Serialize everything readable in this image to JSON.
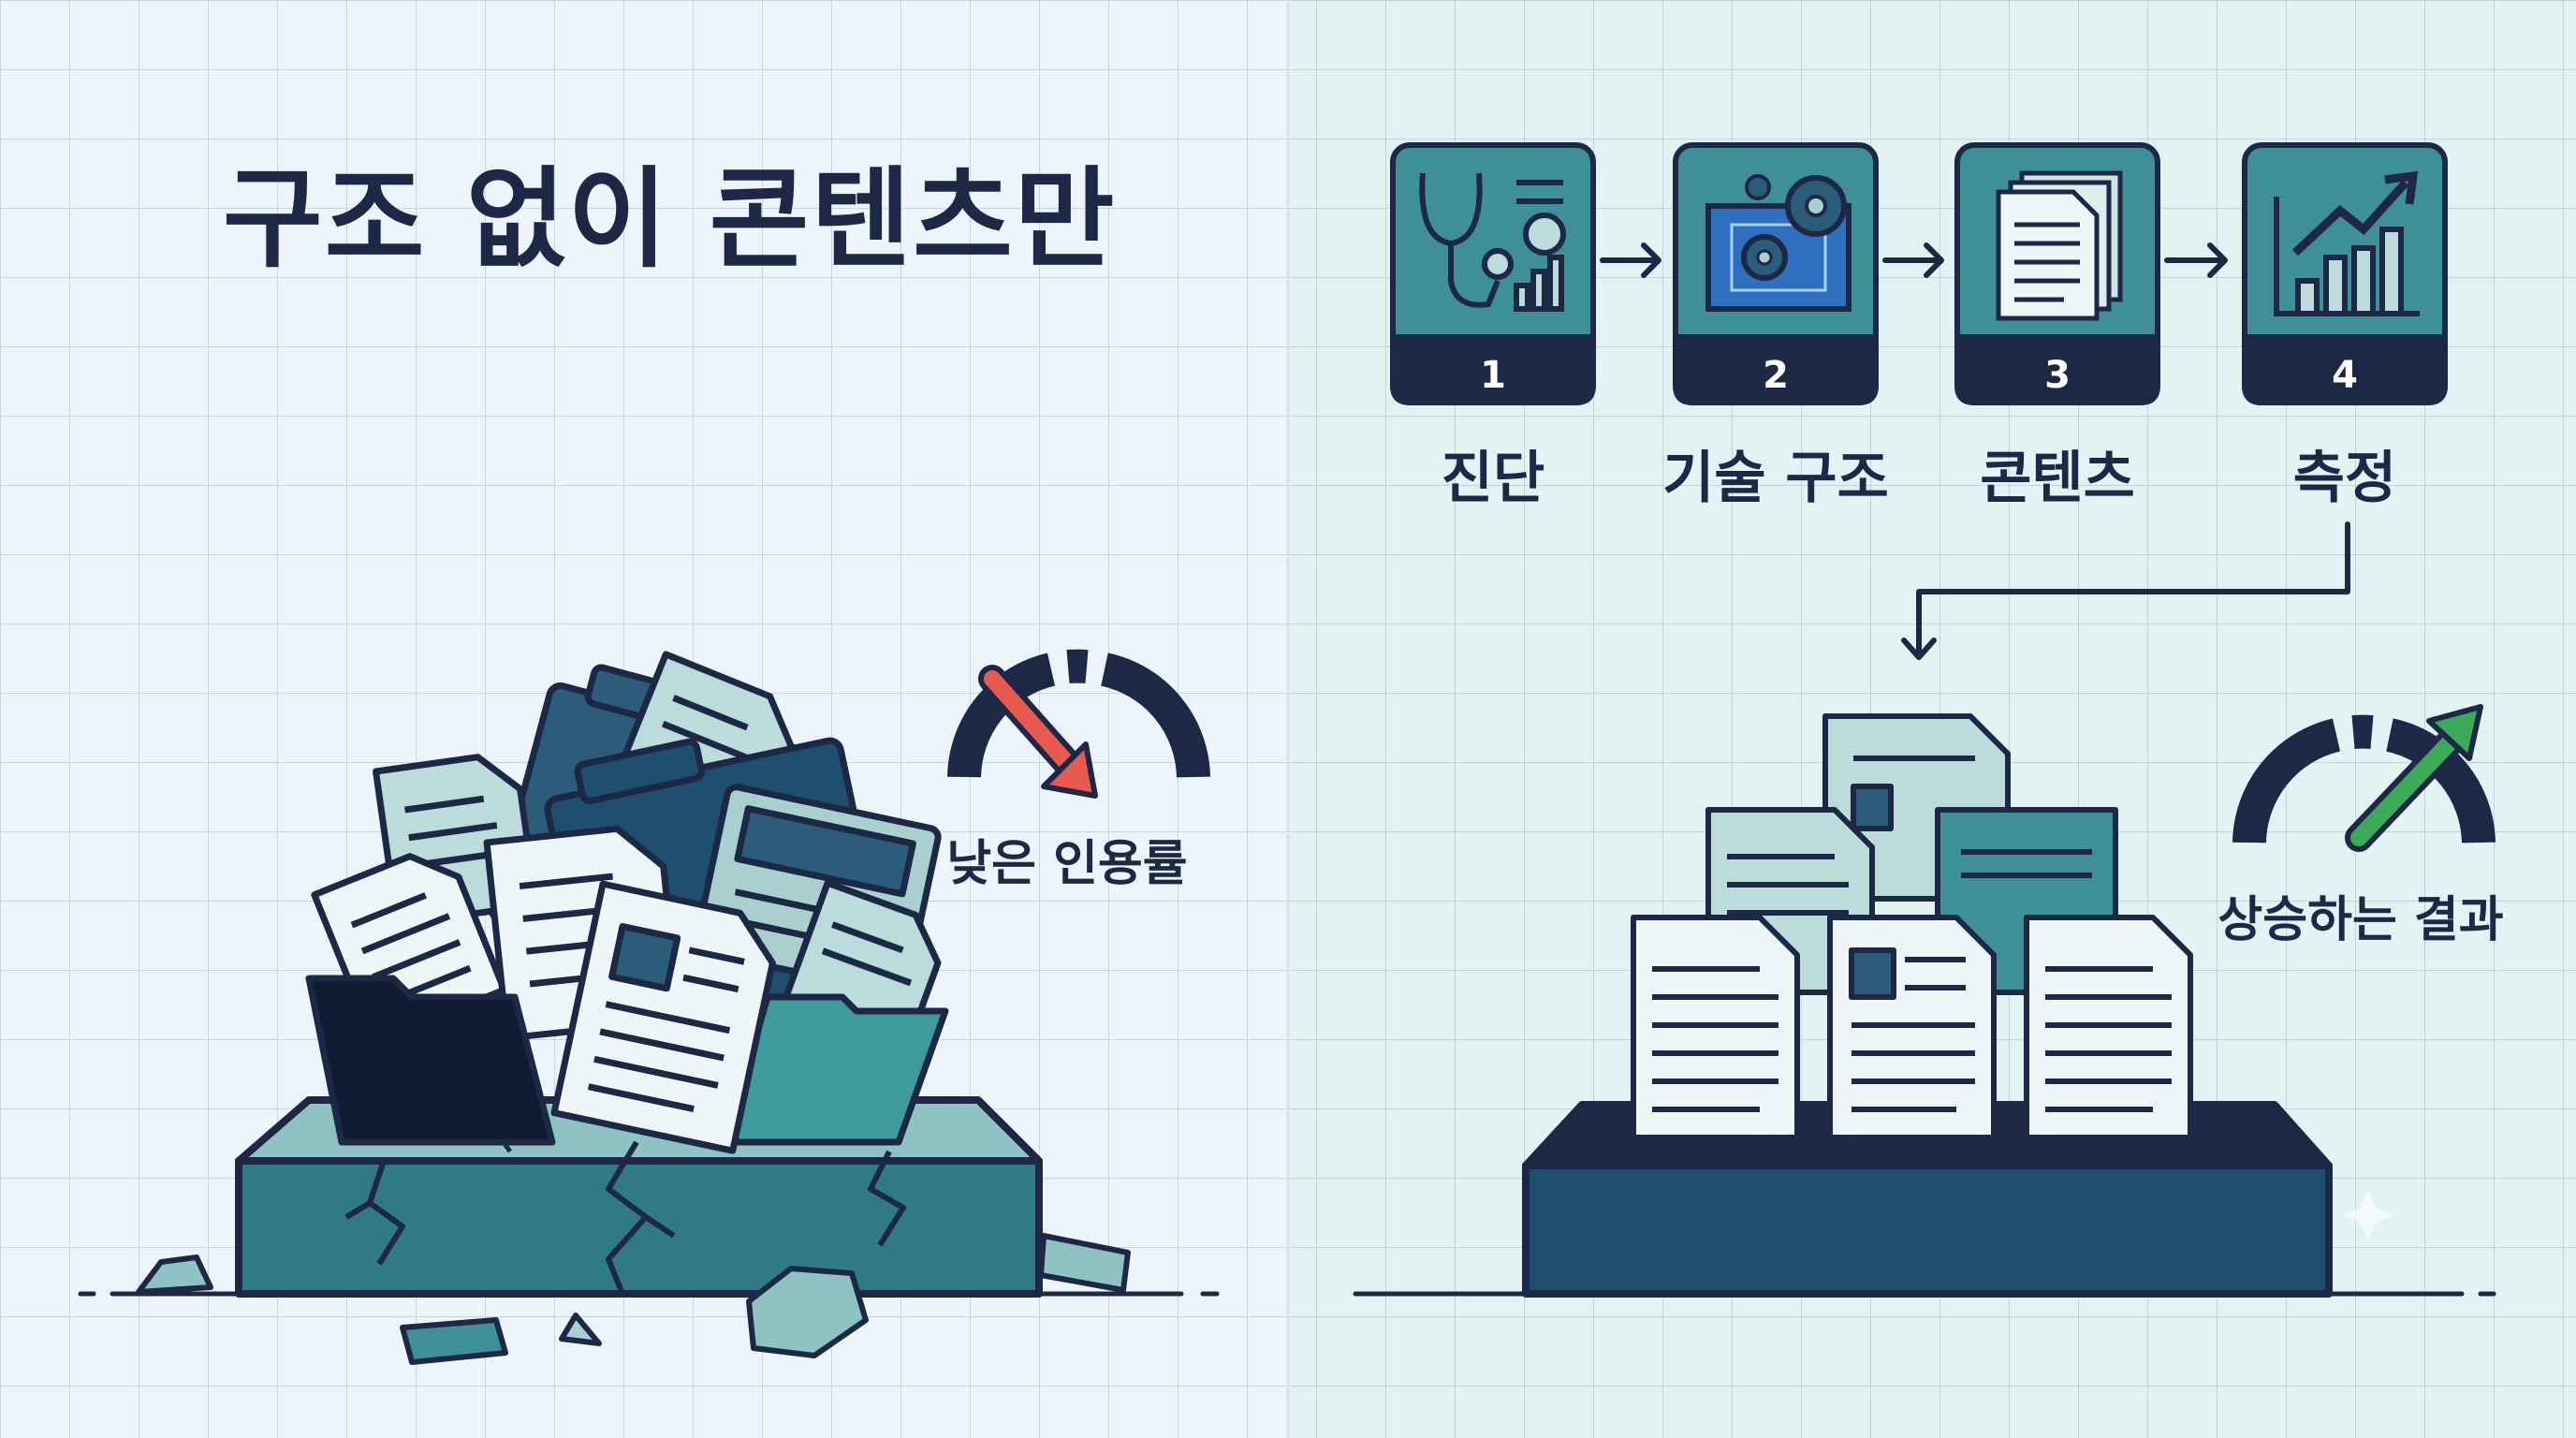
{
  "left_panel": {
    "title": "구조 없이 콘텐츠만",
    "gauge_label": "낮은 인용률"
  },
  "right_panel": {
    "steps": [
      {
        "number": "1",
        "label": "진단",
        "icon": "stethoscope-chart-icon"
      },
      {
        "number": "2",
        "label": "기술 구조",
        "icon": "blueprint-gears-icon"
      },
      {
        "number": "3",
        "label": "콘텐츠",
        "icon": "documents-stack-icon"
      },
      {
        "number": "4",
        "label": "측정",
        "icon": "rising-bar-chart-icon"
      }
    ],
    "gauge_label": "상승하는 결과"
  },
  "colors": {
    "navy": "#1d2746",
    "teal": "#3f8f98",
    "light_teal": "#a9cfcf",
    "platform": "#2f7a86",
    "red_arrow": "#e85a4f",
    "green_arrow": "#3caa5a",
    "left_bg": "#eef4fb",
    "right_bg": "#e3f2f2"
  }
}
